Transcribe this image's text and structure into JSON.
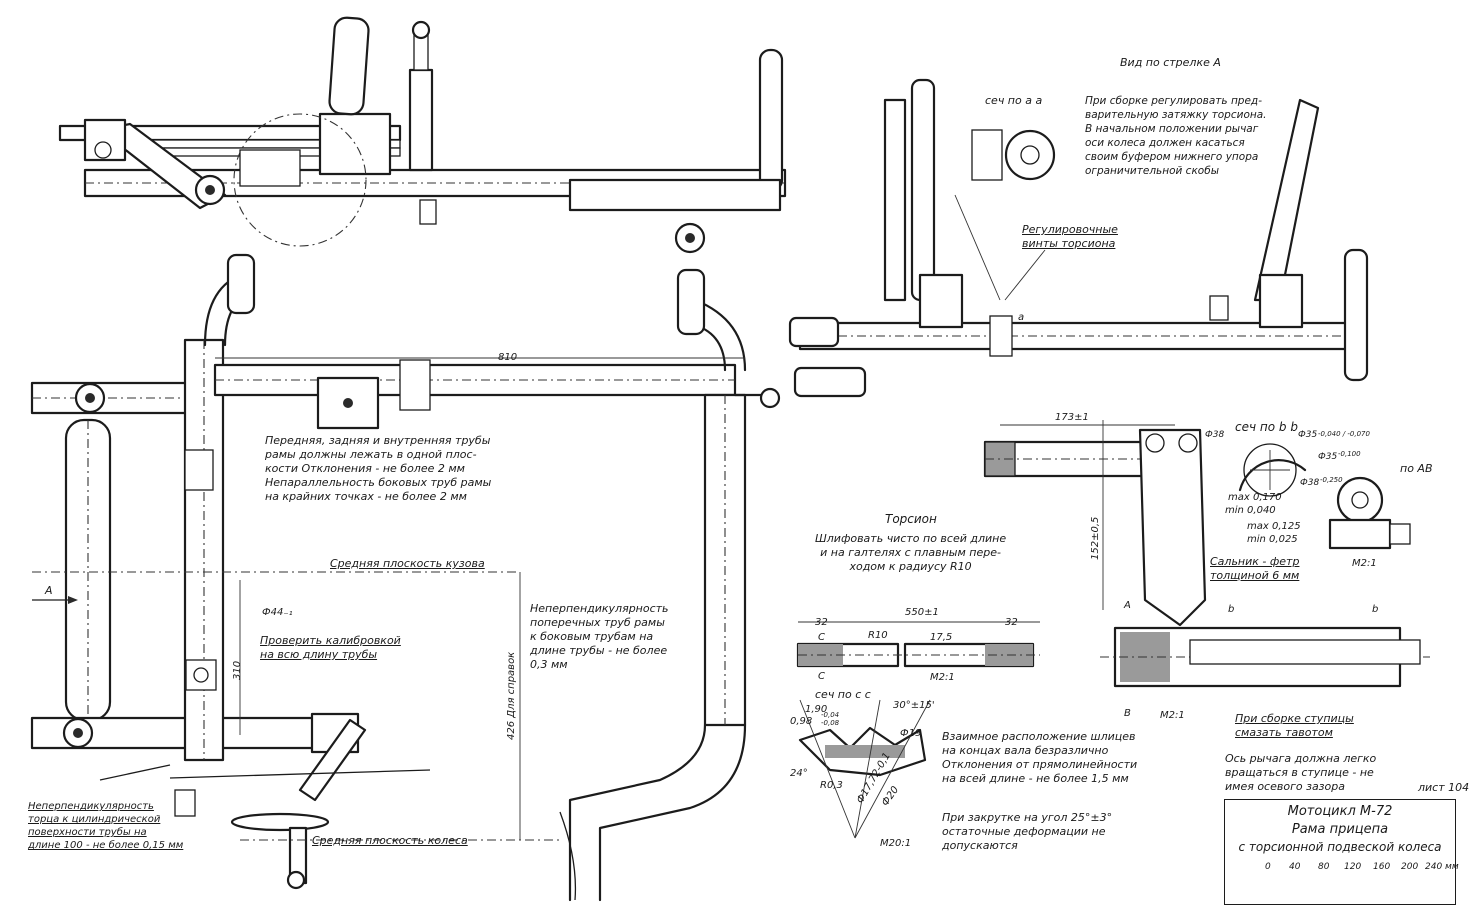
{
  "top_right": {
    "view_arrow_a": "Вид по стрелке А",
    "section_aa": "сеч по а а",
    "assembly_note": "При сборке регулировать пред-\nварительную затяжку торсиона.\nВ начальном положении рычаг\nоси колеса должен касаться\nсвоим буфером нижнего упора\nограничительной скобы",
    "adjust_screws": "Регулировочные\nвинты торсиона",
    "mark_a": "а"
  },
  "frame": {
    "dim_810": "810",
    "planarity_note": "Передняя, задняя и внутренняя трубы\nрамы должны лежать в одной плос-\nкости Отклонения - не более  2 мм\nНепараллельность боковых труб рамы\nна крайних точках - не более  2 мм",
    "body_midplane": "Средняя плоскость кузова",
    "arrow_a": "А",
    "dia_44": "Ф44₋₁",
    "calibration_note": "Проверить калибровкой\nна всю длину трубы",
    "dim_310": "310",
    "dim_426": "426 Для справок",
    "perpendicularity_note": "Неперпендикулярность\nпоперечных труб рамы\nк боковым трубам на\nдлине трубы - не более\n0,3 мм",
    "bottom_left_note": "Неперпендикулярность\nторца к цилиндрической\nповерхности трубы на\nдлине 100 - не более 0,15 мм",
    "wheel_midplane": "Средняя плоскость колеса"
  },
  "torsion": {
    "title": "Торсион",
    "grind_note": "Шлифовать чисто по всей длине\nи на галтелях с плавным пере-\nходом к радиусу R10",
    "dim_550": "550±1",
    "dim_32_left": "32",
    "dim_32_right": "32",
    "dim_17_5": "17,5",
    "r10": "R10",
    "mark_c_top": "С",
    "mark_c_bottom": "С",
    "scale": "М2:1"
  },
  "section_cc": {
    "title": "сеч по с с",
    "dim_1_90": "1,90",
    "dim_0_98": "0,98",
    "tol_a": "-0,04",
    "tol_b": "-0,08",
    "angle_30": "30°±15'",
    "dia_19": "Ф19",
    "angle_24": "24°",
    "r0_3": "R0,3",
    "dia_17_72": "Ф17,72-0,1",
    "dia_20": "Ф20",
    "scale": "М20:1"
  },
  "splines_note": "Взаимное расположение шлицев\nна концах вала безразлично\nОтклонения от прямолинейности\nна всей длине - не более 1,5 мм",
  "twist_note": "При закрутке на угол 25°±3°\nостаточные деформации не\nдопускаются",
  "hub": {
    "dim_173": "173±1",
    "dim_152": "152±0,5",
    "section_bb": "сеч по b b",
    "dia_38_top": "Ф38",
    "dia_35_top": "Ф35",
    "tol_35_top": "-0,040 / -0,070",
    "dia_35_mid": "Ф35",
    "tol_35_mid": "-0,100",
    "dia_38_bot": "Ф38",
    "tol_38_bot": "-0,250",
    "tol_max_1": "max 0,170",
    "tol_min_1": "min 0,040",
    "tol_max_2": "max 0,125",
    "tol_min_2": "min 0,025",
    "view_ab": "по АВ",
    "scale_ab": "М2:1",
    "gland_note": "Сальник - фетр\nтолщиной 6 мм",
    "mark_a_upper": "А",
    "mark_b_lower": "В",
    "mark_b1": "b",
    "mark_b2": "b",
    "scale_hub": "М2:1",
    "hub_note": "При сборке ступицы\nсмазать тавотом",
    "axle_note": "Ось рычага должна легко\nвращаться в ступице - не\nимея осевого зазора",
    "sheet": "лист 104"
  },
  "title_block": {
    "line1": "Мотоцикл М-72",
    "line2": "Рама прицепа",
    "line3": "с торсионной подвеской колеса",
    "scale_labels": [
      "0",
      "40",
      "80",
      "120",
      "160",
      "200",
      "240 мм"
    ]
  }
}
